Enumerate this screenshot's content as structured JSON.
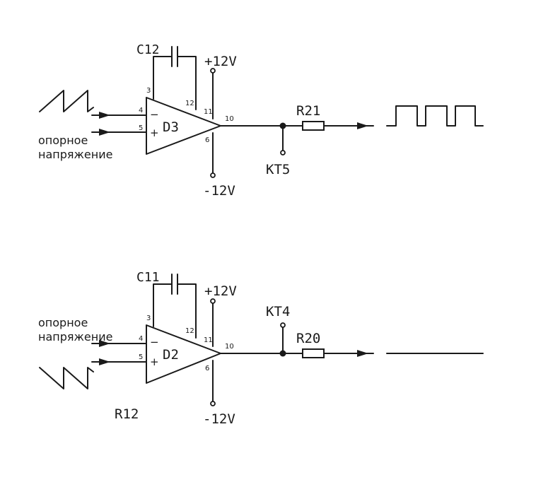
{
  "top_circuit": {
    "capacitor": "C12",
    "supply_pos": "+12V",
    "supply_neg": "-12V",
    "opamp": "D3",
    "resistor": "R21",
    "test_point": "KT5",
    "ref_label_1": "опорное",
    "ref_label_2": "напряжение",
    "pins": {
      "p3": "3",
      "p12": "12",
      "p11": "11",
      "p10": "10",
      "p4": "4",
      "p5": "5",
      "p6": "6"
    },
    "minus": "−",
    "plus": "+"
  },
  "bottom_circuit": {
    "capacitor": "C11",
    "supply_pos": "+12V",
    "supply_neg": "-12V",
    "opamp": "D2",
    "resistor": "R20",
    "test_point": "KT4",
    "ref_label_1": "опорное",
    "ref_label_2": "напряжение",
    "extra_label": "R12",
    "pins": {
      "p3": "3",
      "p12": "12",
      "p11": "11",
      "p10": "10",
      "p4": "4",
      "p5": "5",
      "p6": "6"
    },
    "minus": "−",
    "plus": "+"
  }
}
